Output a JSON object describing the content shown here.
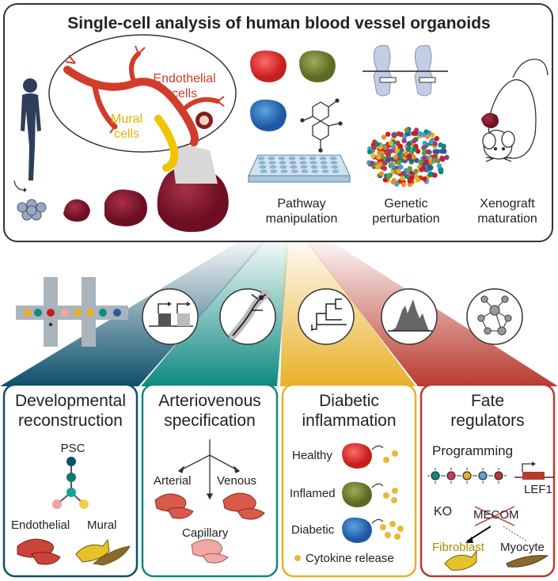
{
  "title": "Single-cell analysis of human blood vessel organoids",
  "top": {
    "endothelial": "Endothelial cells",
    "endothelial_l1": "Endothelial",
    "endothelial_l2": "cells",
    "mural_l1": "Mural",
    "mural_l2": "cells",
    "pathway_l1": "Pathway",
    "pathway_l2": "manipulation",
    "genetic_l1": "Genetic",
    "genetic_l2": "perturbation",
    "xeno_l1": "Xenograft",
    "xeno_l2": "maturation"
  },
  "panels": {
    "dev": {
      "title_l1": "Developmental",
      "title_l2": "reconstruction",
      "psc": "PSC",
      "endothelial": "Endothelial",
      "mural": "Mural",
      "color": "#0d4f6b"
    },
    "av": {
      "title_l1": "Arteriovenous",
      "title_l2": "specification",
      "arterial": "Arterial",
      "venous": "Venous",
      "capillary": "Capillary",
      "color": "#0e8a80"
    },
    "diab": {
      "title_l1": "Diabetic",
      "title_l2": "inflammation",
      "healthy": "Healthy",
      "inflamed": "Inflamed",
      "diabetic": "Diabetic",
      "cytokine": "Cytokine release",
      "color": "#e8b027"
    },
    "fate": {
      "title_l1": "Fate",
      "title_l2": "regulators",
      "programming": "Programming",
      "lef1": "LEF1",
      "ko": "KO",
      "mecom": "MECOM",
      "fibroblast": "Fibroblast",
      "myocyte": "Myocyte",
      "color": "#b83a2e"
    }
  },
  "icons": [
    "human-figure-icon",
    "organoid-icon",
    "plate-icon",
    "molecule-icon",
    "gel-icon",
    "mouse-icon",
    "microfluidic-icon",
    "gene-expression-icon",
    "trajectory-icon",
    "dendrogram-icon",
    "histogram-icon",
    "network-icon"
  ]
}
